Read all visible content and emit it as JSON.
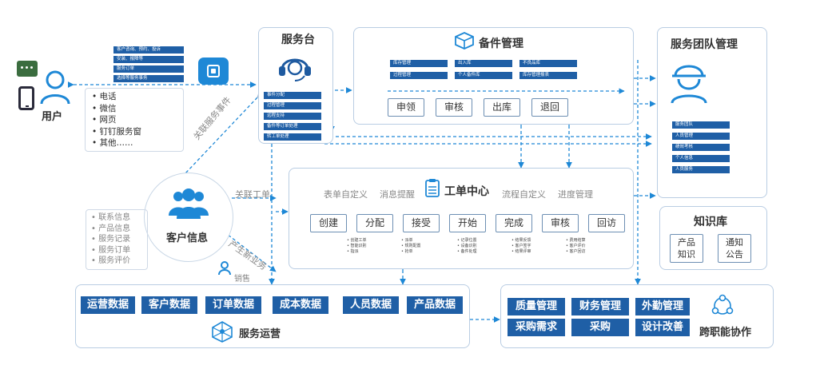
{
  "user": {
    "label": "用户",
    "channels": [
      "电话",
      "微信",
      "网页",
      "钉钉服务窗",
      "其他……"
    ],
    "request_tags": [
      "客户咨询、预约、投诉",
      "安装、报障等",
      "服务订单",
      "选择等服务事务"
    ]
  },
  "service_desk": {
    "title": "服务台",
    "tags": [
      "事件分配",
      "过程管理",
      "远程支持",
      "备件等订单处理",
      "转工单处理"
    ]
  },
  "spare_parts": {
    "title": "备件管理",
    "tags": [
      "库存管理",
      "出入库",
      "不良品库",
      "过程管理",
      "个人备件库",
      "库存管理报表"
    ],
    "buttons": [
      "申领",
      "审核",
      "出库",
      "退回"
    ]
  },
  "service_team": {
    "title": "服务团队管理",
    "tags": [
      "服务团队",
      "人员管理",
      "绩效考核",
      "个人信息",
      "人员服务"
    ]
  },
  "work_order": {
    "title": "工单中心",
    "features": [
      "表单自定义",
      "消息提醒",
      "流程自定义",
      "进度管理"
    ],
    "steps": [
      "创建",
      "分配",
      "接受",
      "开始",
      "完成",
      "审核",
      "回访"
    ],
    "details": [
      [
        "创建工单",
        "智能识别",
        "指派"
      ],
      [
        "派单",
        "规则配置",
        "抢单"
      ],
      [
        "记录位置",
        "设备识别",
        "备件处理"
      ],
      [
        "结果反馈",
        "客户签字",
        "结果评审"
      ],
      [
        "费用结算",
        "客户评价",
        "客户回访"
      ]
    ]
  },
  "customer": {
    "title": "客户信息",
    "items": [
      "联系信息",
      "产品信息",
      "服务记录",
      "服务订单",
      "服务评价"
    ]
  },
  "knowledge": {
    "title": "知识库",
    "buttons": [
      "产品\n知识",
      "通知\n公告"
    ]
  },
  "operations": {
    "title": "服务运营",
    "buttons": [
      "运营数据",
      "客户数据",
      "订单数据",
      "成本数据",
      "人员数据",
      "产品数据"
    ]
  },
  "cross": {
    "title": "跨职能协作",
    "buttons": [
      "质量管理",
      "财务管理",
      "外勤管理",
      "采购需求",
      "采购",
      "设计改善"
    ]
  },
  "edge_labels": {
    "related_event": "关联服务事件",
    "related_order": "关联工单",
    "new_business": "产生新业务",
    "sales": "销售"
  },
  "colors": {
    "navy": "#1f5fa6",
    "accent": "#1e88d6",
    "border": "#b9cde3"
  }
}
